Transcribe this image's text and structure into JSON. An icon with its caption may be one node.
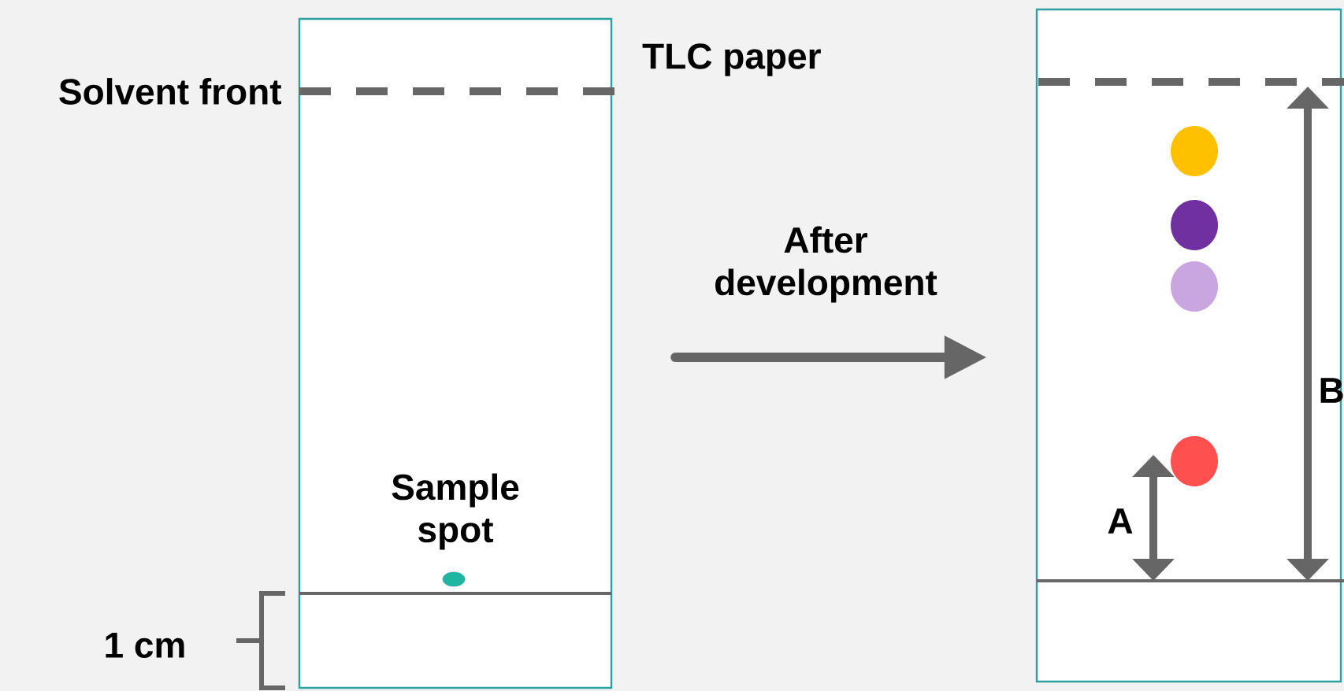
{
  "diagram": {
    "nodes": [
      {
        "text": [
          "TLC paper"
        ]
      },
      {
        "text": [],
        "shape": "box"
      }
    ],
    "edges": [
      {
        "from": 0,
        "to": 1,
        "arrow": "to",
        "label": "After development"
      }
    ],
    "labels": [
      "Solvent front",
      "Sample spot",
      "1 cm",
      "A",
      "B"
    ]
  }
}
